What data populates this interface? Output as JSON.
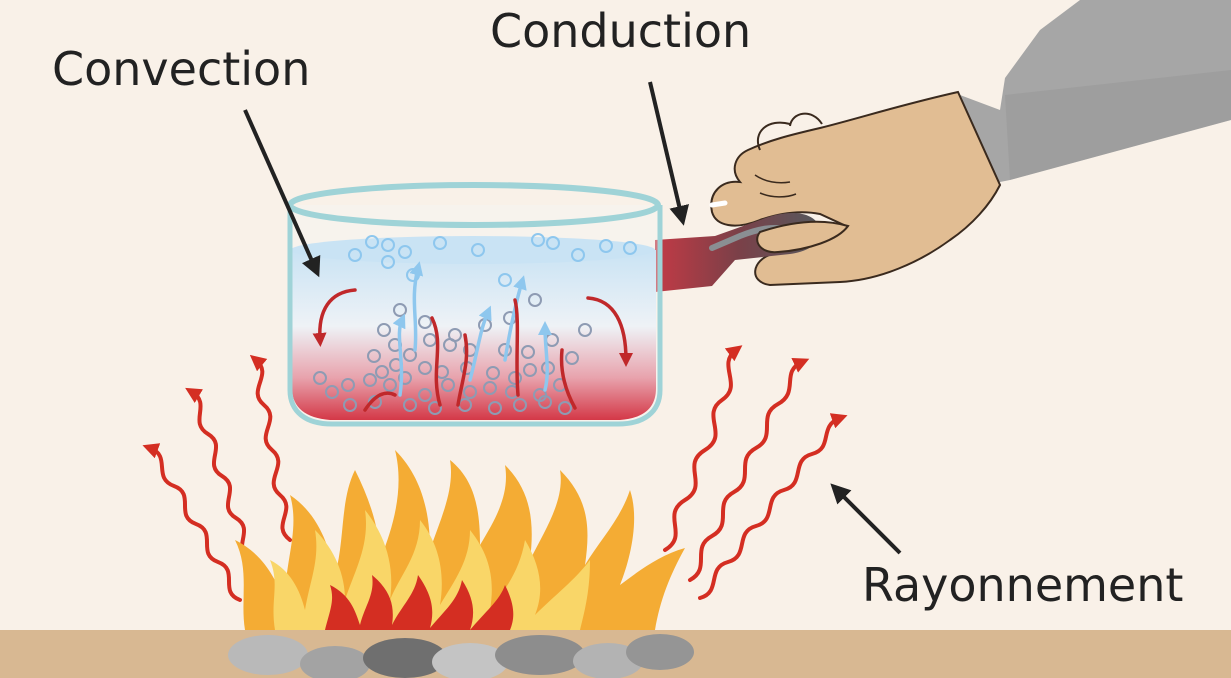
{
  "labels": {
    "convection": "Convection",
    "conduction": "Conduction",
    "rayonnement": "Rayonnement"
  },
  "colors": {
    "background": "#f9f1e8",
    "ground": "#d8b892",
    "flame_outer": "#f4ac34",
    "flame_inner": "#f9d668",
    "flame_core": "#d42e22",
    "radiation": "#d42e22",
    "water_top": "#c9e3f4",
    "water_bottom": "#d43847",
    "pot_rim": "#9fd3d7",
    "hand": "#e1bd93",
    "sleeve": "#a0a0a0",
    "arrow_cold": "#8ec7ee",
    "arrow_hot": "#c0282a",
    "label_text": "#222222"
  },
  "icons": {
    "heat_source": "campfire-icon",
    "container": "saucepan-icon"
  }
}
